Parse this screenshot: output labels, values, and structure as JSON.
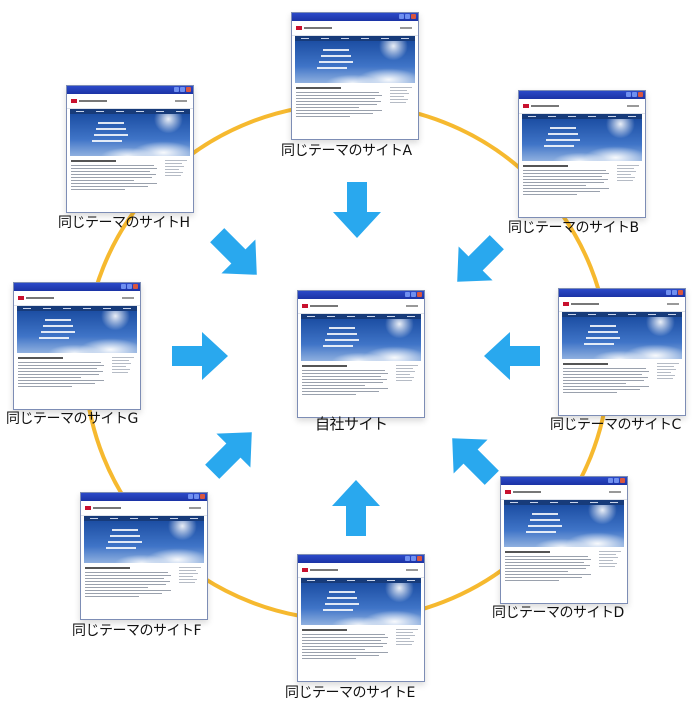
{
  "center": {
    "label": "自社サイト"
  },
  "sites": [
    {
      "id": "A",
      "label": "同じテーマのサイトA"
    },
    {
      "id": "B",
      "label": "同じテーマのサイトB"
    },
    {
      "id": "C",
      "label": "同じテーマのサイトC"
    },
    {
      "id": "D",
      "label": "同じテーマのサイトD"
    },
    {
      "id": "E",
      "label": "同じテーマのサイトE"
    },
    {
      "id": "F",
      "label": "同じテーマのサイトF"
    },
    {
      "id": "G",
      "label": "同じテーマのサイトG"
    },
    {
      "id": "H",
      "label": "同じテーマのサイトH"
    }
  ],
  "colors": {
    "arrow": "#29a8ee",
    "ring": "#f6b92f",
    "browser_bar": "#1f3bb5",
    "hero_sky": "#2a5fb7"
  },
  "icons": {
    "arrow": "arrow-icon",
    "thumbnail": "website-thumbnail-icon"
  }
}
